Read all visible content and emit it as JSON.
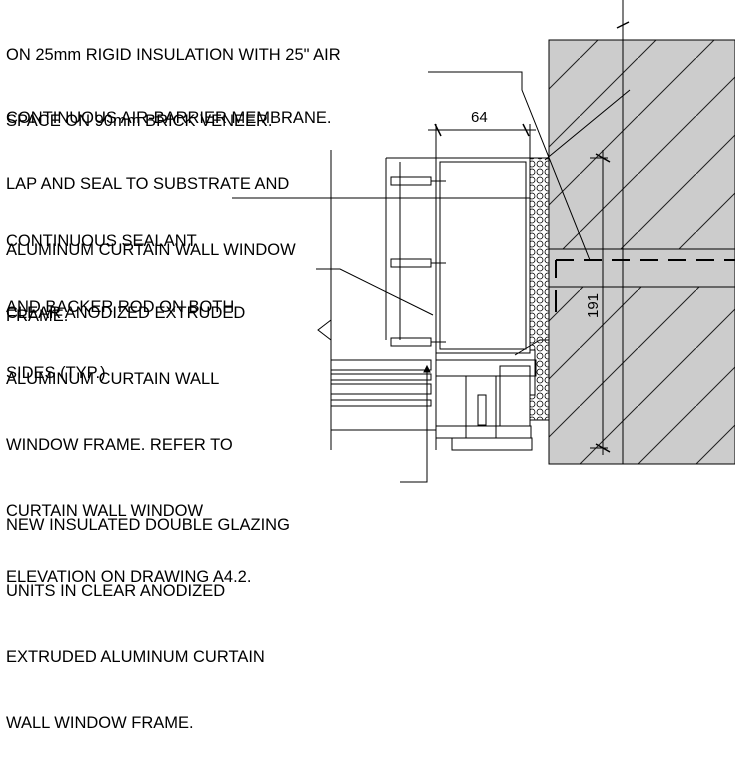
{
  "notes": {
    "wall_assembly": [
      "ON 25mm RIGID INSULATION WITH 25\" AIR",
      "SPACE ON 90mm BRICK VENEER."
    ],
    "air_barrier": [
      "CONTINUOUS AIR-BARRIER MEMBRANE.",
      "LAP AND SEAL TO SUBSTRATE AND",
      "ALUMINUM CURTAIN WALL WINDOW",
      "FRAME."
    ],
    "sealant": [
      "CONTINUOUS SEALANT",
      "AND BACKER ROD ON BOTH",
      "SIDES (TYP.)"
    ],
    "frame": [
      "CLEAR ANODIZED EXTRUDED",
      "ALUMINUM CURTAIN WALL",
      "WINDOW FRAME. REFER TO",
      "CURTAIN WALL WINDOW",
      "ELEVATION ON DRAWING A4.2."
    ],
    "glazing": [
      "NEW INSULATED DOUBLE GLAZING",
      "UNITS IN CLEAR ANODIZED",
      "EXTRUDED ALUMINUM CURTAIN",
      "WALL WINDOW FRAME."
    ]
  },
  "dimensions": {
    "frame_depth": "64",
    "opening_height": "191"
  }
}
